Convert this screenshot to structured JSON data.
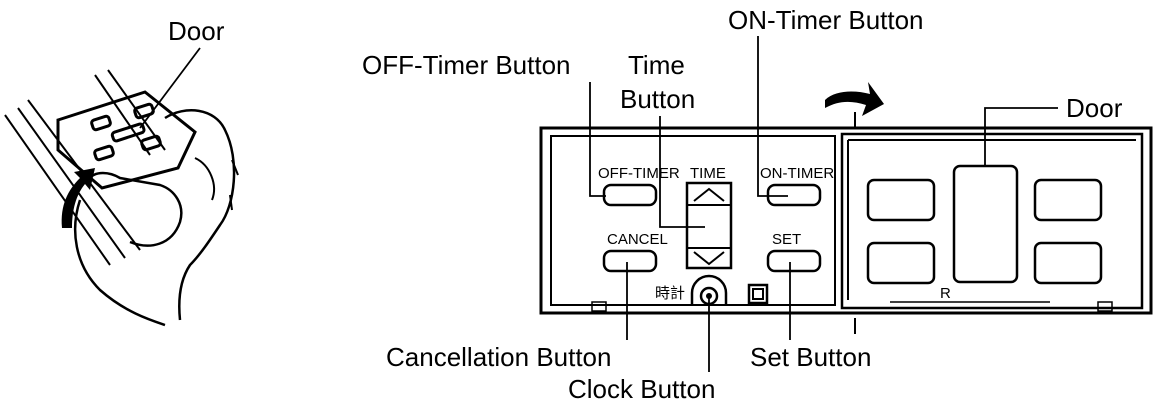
{
  "labels": {
    "door_left": "Door",
    "door_right": "Door",
    "off_timer_button": "OFF-Timer Button",
    "time_button_line1": "Time",
    "time_button_line2": "Button",
    "on_timer_button": "ON-Timer Button",
    "cancellation_button": "Cancellation Button",
    "clock_button": "Clock Button",
    "set_button": "Set Button"
  },
  "panel": {
    "off_timer": "OFF-TIMER",
    "time": "TIME",
    "on_timer": "ON-TIMER",
    "cancel": "CANCEL",
    "set": "SET",
    "clock_kanji": "時計",
    "r_mark": "R"
  }
}
